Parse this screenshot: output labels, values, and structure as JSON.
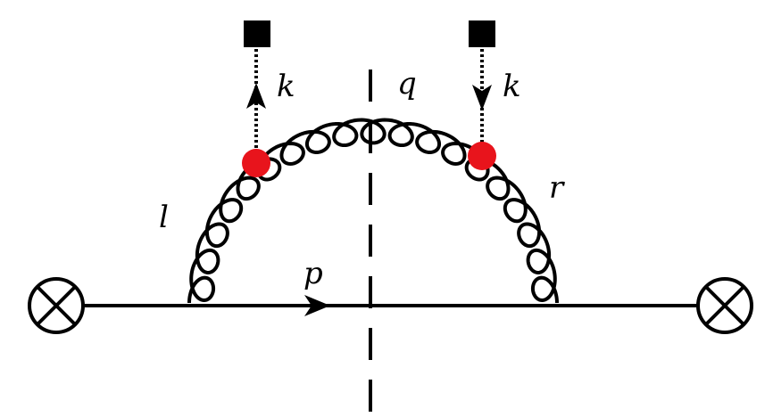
{
  "labels": {
    "momentum_left_k": "k",
    "momentum_right_k": "k",
    "gluon_top_q": "q",
    "gluon_left_l": "l",
    "gluon_right_r": "r",
    "quark_p": "p"
  },
  "colors": {
    "line": "#000000",
    "vertex": "#e8141c",
    "background": "#ffffff"
  },
  "icons": {
    "source_vertex": "crossed-circle-icon",
    "external_field": "filled-square-icon"
  }
}
